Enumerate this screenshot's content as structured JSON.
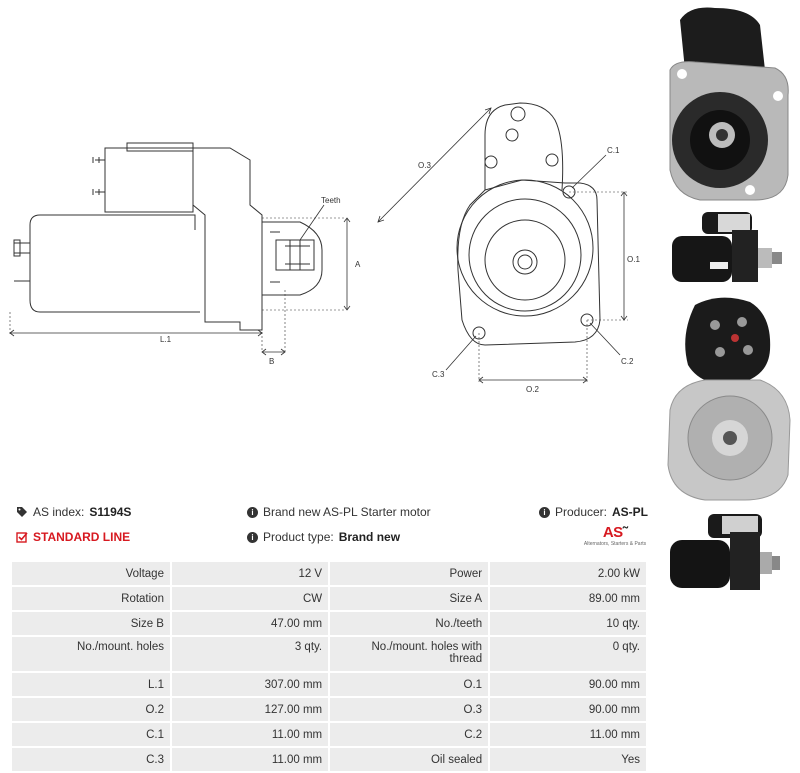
{
  "drawing": {
    "labels": {
      "teeth": "Teeth",
      "a": "A",
      "b": "B",
      "l1": "L.1",
      "o1": "O.1",
      "o2": "O.2",
      "o3": "O.3",
      "c1": "C.1",
      "c2": "C.2",
      "c3": "C.3"
    }
  },
  "info": {
    "as_index_label": "AS index:",
    "as_index_value": "S1194S",
    "standard_line": "STANDARD LINE",
    "description": "Brand new AS-PL Starter motor",
    "product_type_label": "Product type:",
    "product_type_value": "Brand new",
    "producer_label": "Producer:",
    "producer_value": "AS-PL",
    "logo_text": "AS",
    "logo_tagline": "Alternators, Starters & Parts"
  },
  "specs": [
    {
      "k1": "Voltage",
      "v1": "12 V",
      "k2": "Power",
      "v2": "2.00 kW"
    },
    {
      "k1": "Rotation",
      "v1": "CW",
      "k2": "Size A",
      "v2": "89.00 mm"
    },
    {
      "k1": "Size B",
      "v1": "47.00 mm",
      "k2": "No./teeth",
      "v2": "10 qty."
    },
    {
      "k1": "No./mount. holes",
      "v1": "3 qty.",
      "k2": "No./mount. holes with thread",
      "v2": "0 qty."
    },
    {
      "k1": "L.1",
      "v1": "307.00 mm",
      "k2": "O.1",
      "v2": "90.00 mm"
    },
    {
      "k1": "O.2",
      "v1": "127.00 mm",
      "k2": "O.3",
      "v2": "90.00 mm"
    },
    {
      "k1": "C.1",
      "v1": "11.00 mm",
      "k2": "C.2",
      "v2": "11.00 mm"
    },
    {
      "k1": "C.3",
      "v1": "11.00 mm",
      "k2": "Oil sealed",
      "v2": "Yes"
    }
  ]
}
